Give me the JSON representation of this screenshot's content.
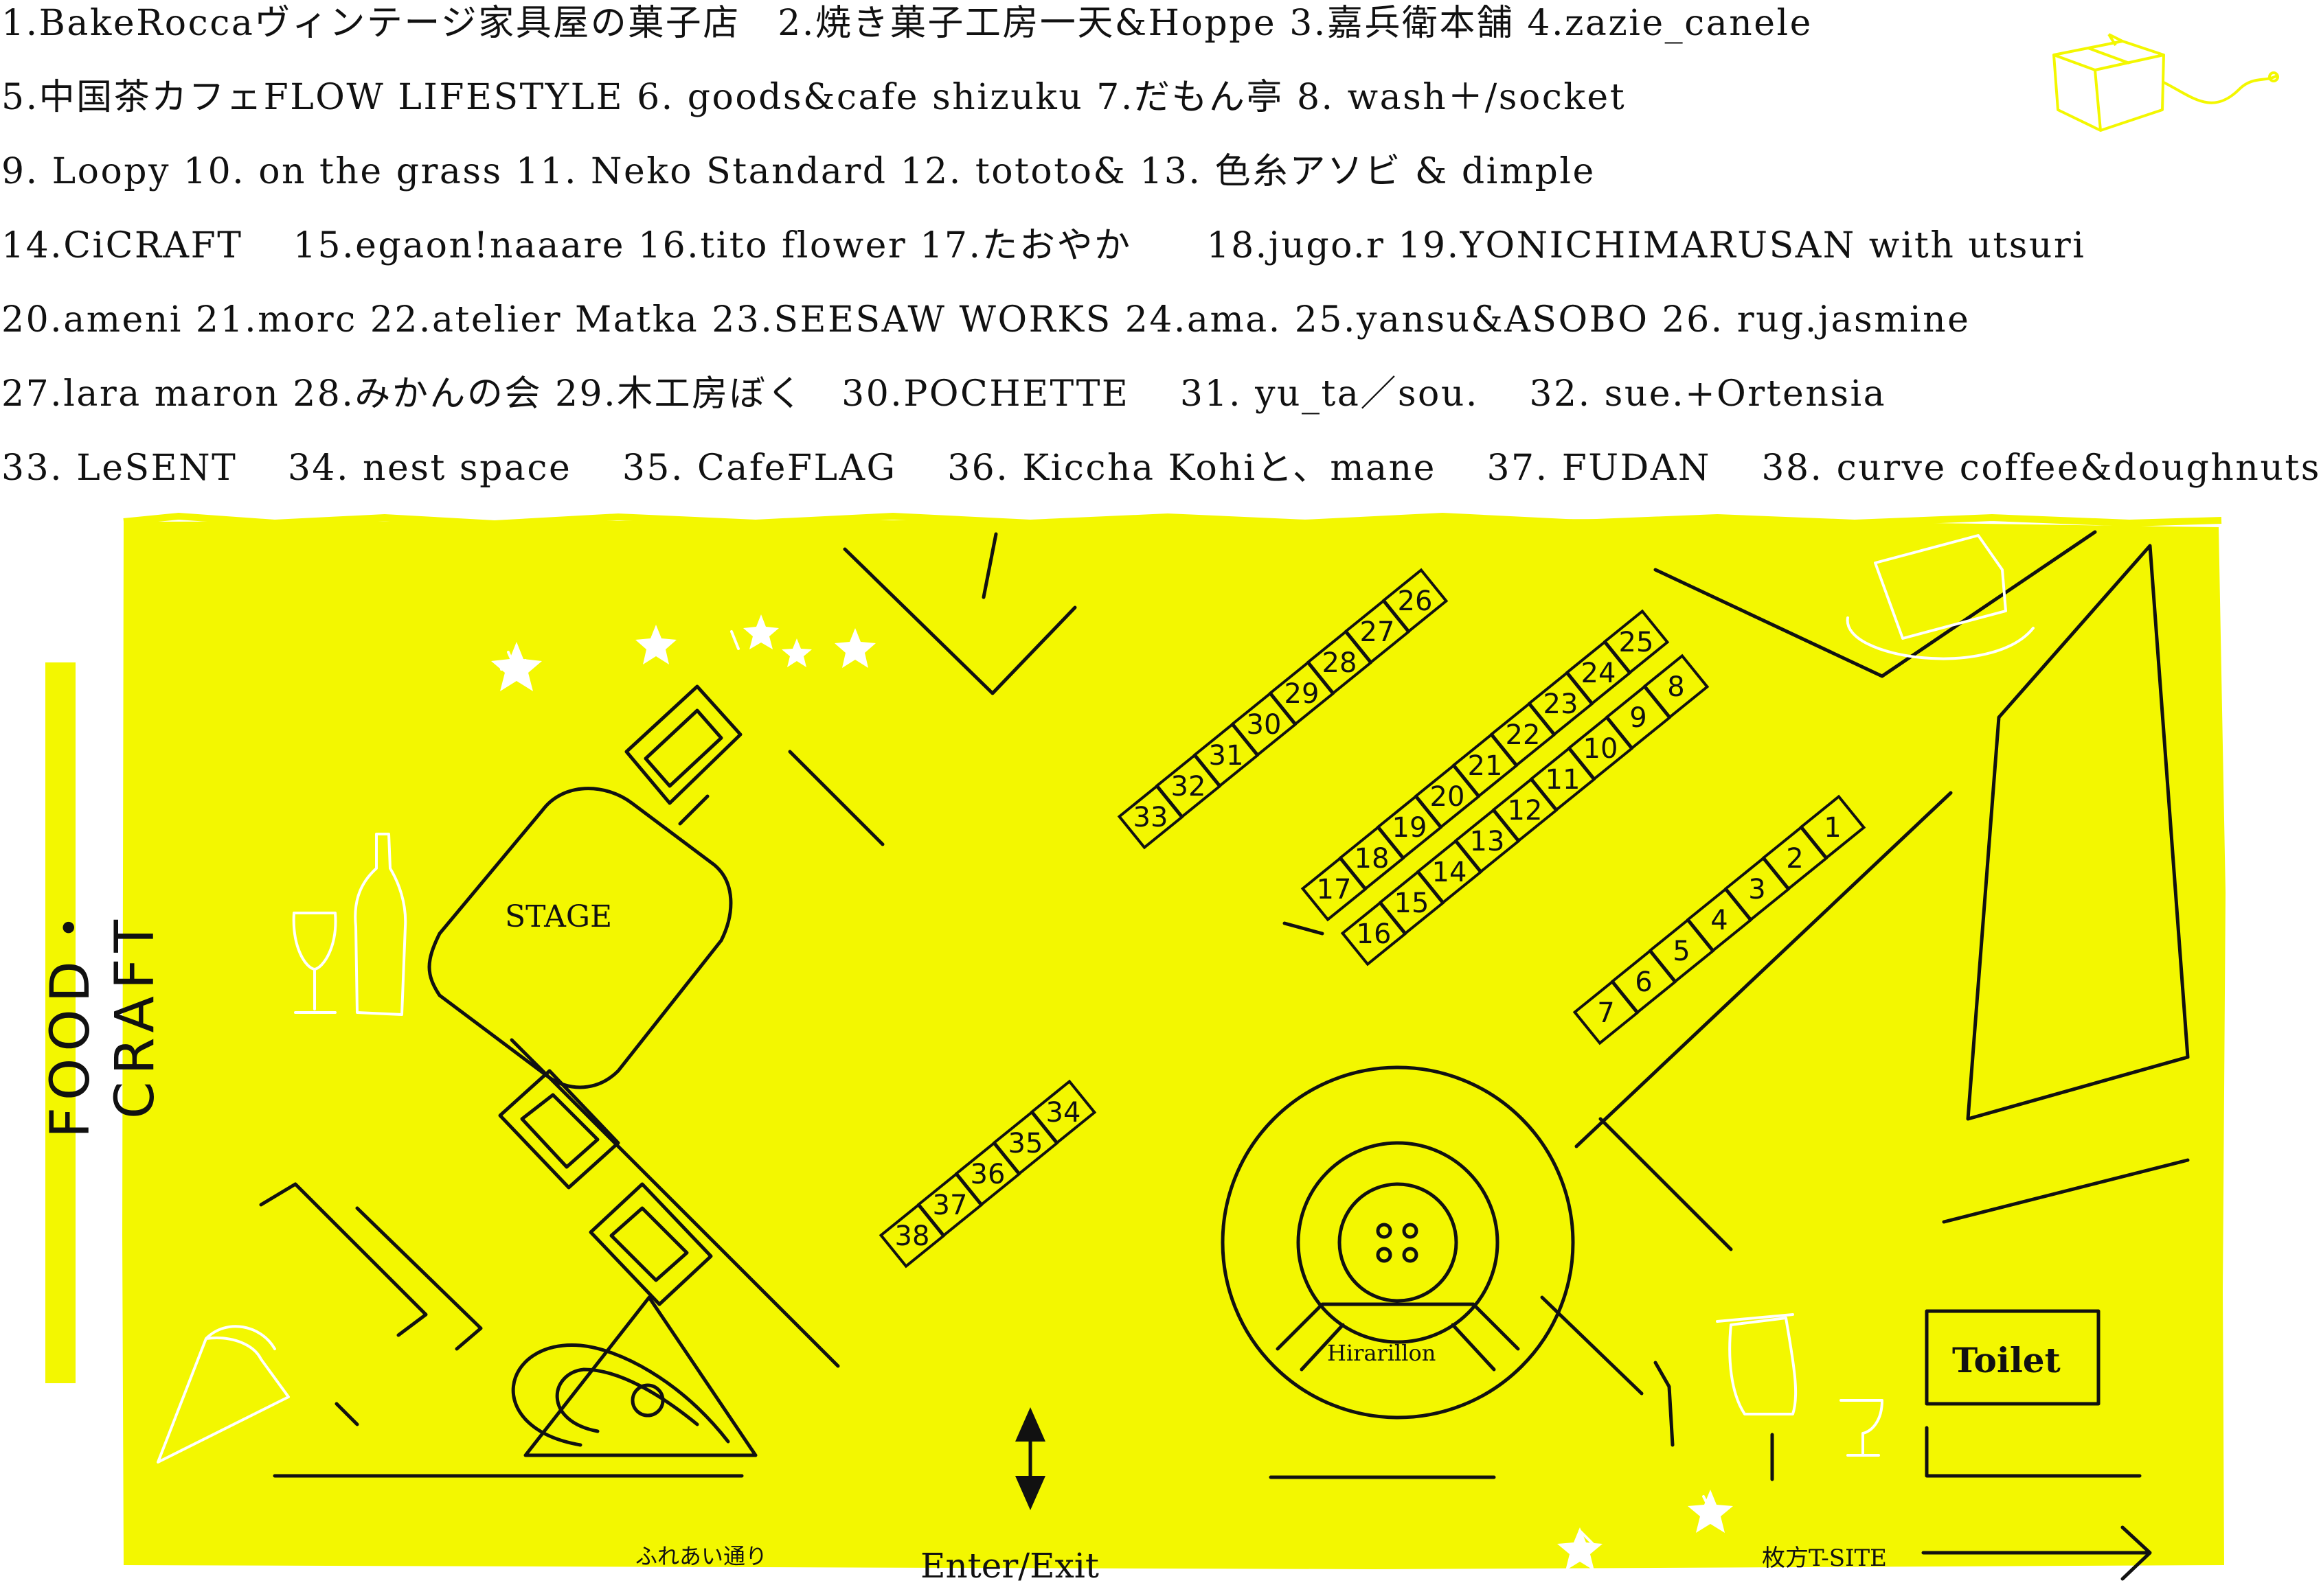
{
  "legend": [
    "1.BakeRoccaヴィンテージ家具屋の菓子店　2.焼き菓子工房一天&Hoppe 3.嘉兵衛本舗 4.zazie_canele",
    "5.中国茶カフェFLOW LIFESTYLE 6. goods&cafe shizuku 7.だもん亭 8. wash＋/socket",
    "9. Loopy 10. on the grass 11. Neko Standard 12. tototo& 13. 色糸アソビ & dimple",
    "14.CiCRAFT　 15.egaon!naaare 16.tito flower 17.たおやか　　18.jugo.r 19.YONICHIMARUSAN with utsuri",
    "20.ameni 21.morc 22.atelier Matka 23.SEESAW WORKS 24.ama. 25.yansu&ASOBO 26. rug.jasmine",
    "27.lara maron 28.みかんの会 29.木工房ぼく　30.POCHETTE　 31. yu_ta／sou.　 32. sue.+Ortensia",
    "33. LeSENT　 34. nest space　 35. CafeFLAG　 36. Kiccha Kohiと、mane　 37. FUDAN　 38. curve coffee&doughnuts"
  ],
  "map": {
    "side_label": "FOOD・CRAFT",
    "stage_label": "STAGE",
    "hirarillon_label": "Hirarillon",
    "toilet_label": "Toilet",
    "street_left_label": "ふれあい通り",
    "entrance_label": "Enter/Exit",
    "tsite_label": "枚方T-SITE",
    "colors": {
      "background": "#f3f700",
      "lines": "#111111",
      "page": "#ffffff"
    }
  },
  "booths": {
    "row_1_7": [
      "1",
      "2",
      "3",
      "4",
      "5",
      "6",
      "7"
    ],
    "row_8_12": [
      "8",
      "9",
      "10",
      "11",
      "12",
      "13",
      "14",
      "15",
      "16"
    ],
    "row_17_25": [
      "17",
      "18",
      "19",
      "20",
      "21",
      "22",
      "23",
      "24",
      "25"
    ],
    "row_26_33": [
      "26",
      "27",
      "28",
      "29",
      "30",
      "31",
      "32",
      "33"
    ],
    "row_34_38": [
      "34",
      "35",
      "36",
      "37",
      "38"
    ]
  }
}
